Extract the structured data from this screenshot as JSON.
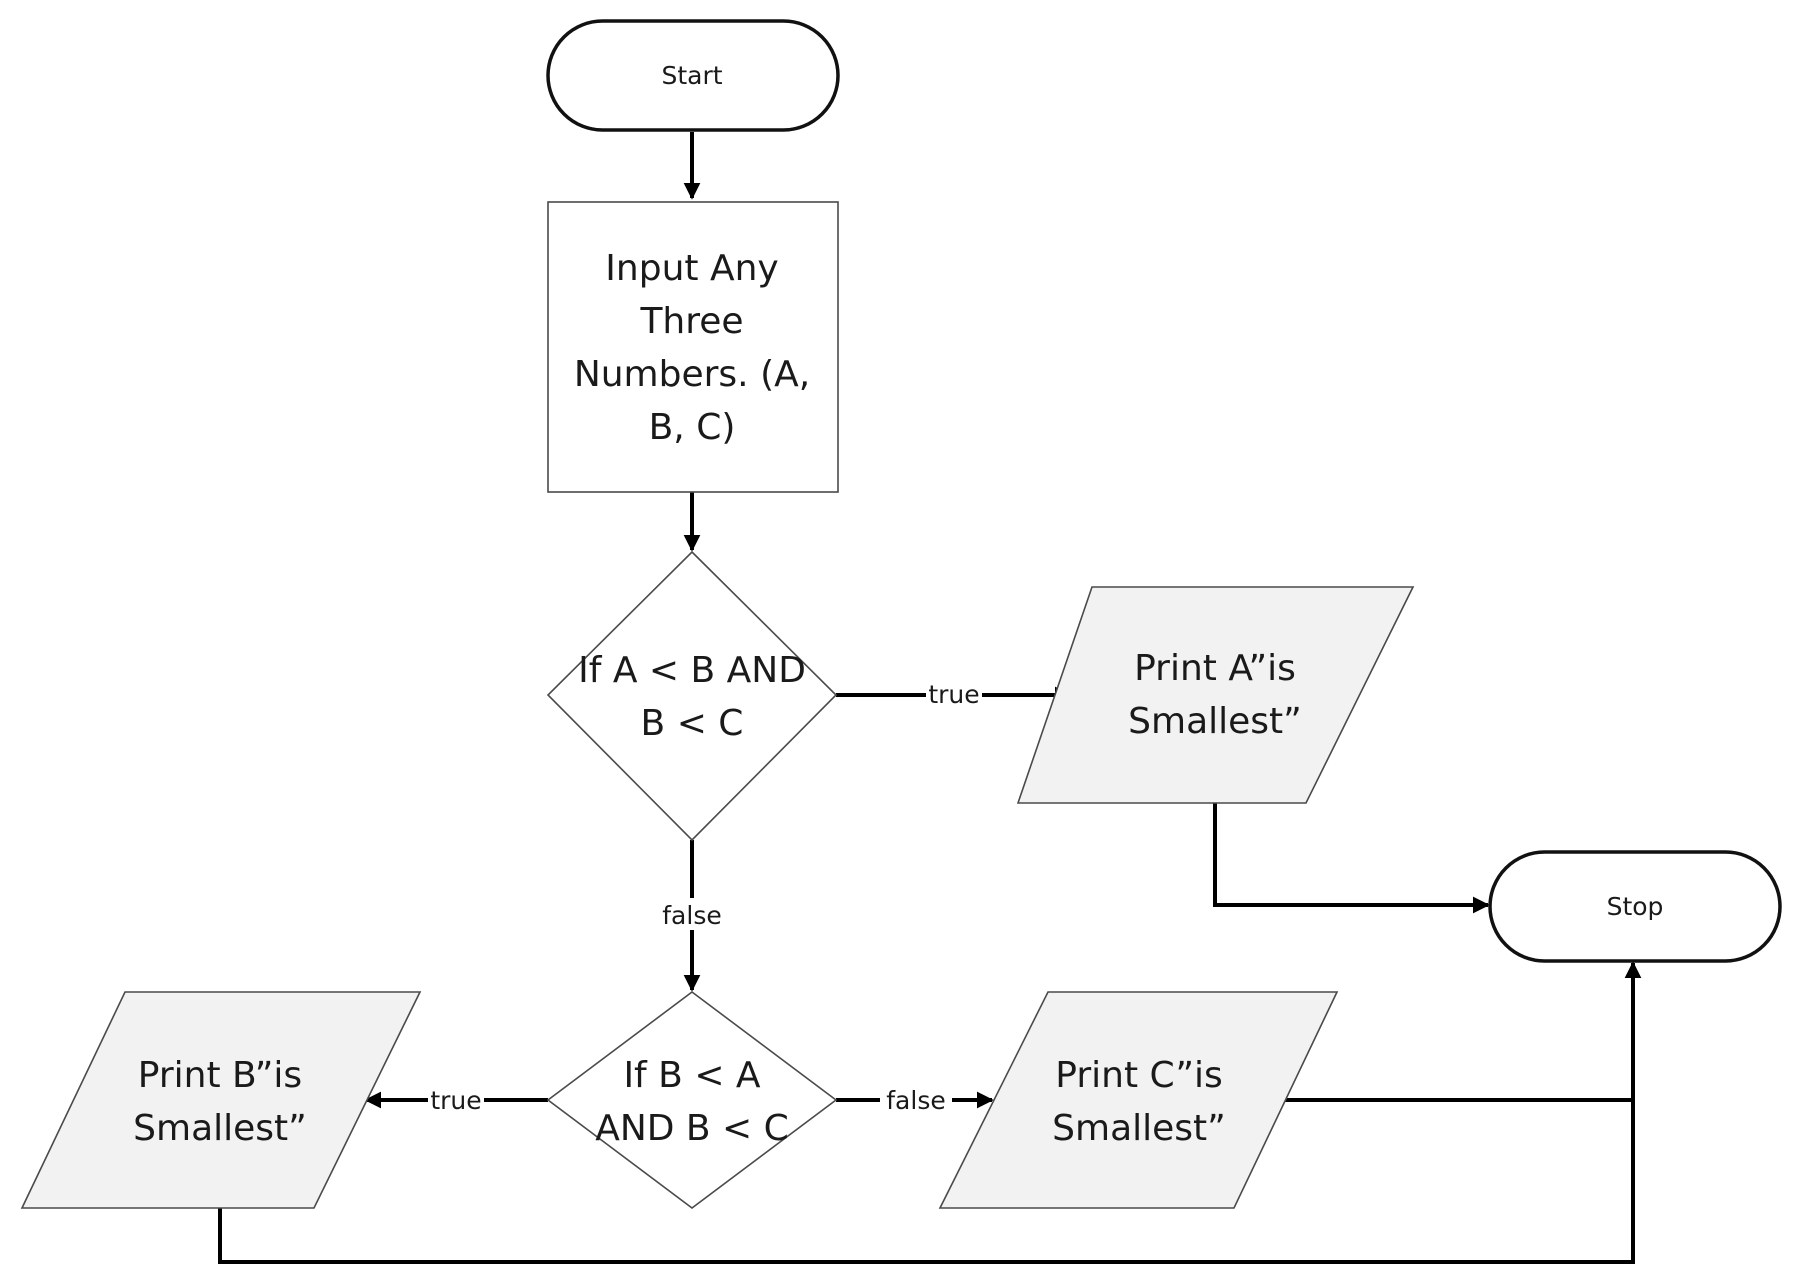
{
  "nodes": {
    "start": "Start",
    "input": [
      "Input Any",
      "Three",
      "Numbers. (A,",
      "B, C)"
    ],
    "decision1": [
      "If A < B AND",
      "B < C"
    ],
    "printA": [
      "Print A”is",
      "Smallest”"
    ],
    "stop": "Stop",
    "decision2": [
      "If B < A",
      "AND B < C"
    ],
    "printB": [
      "Print B”is",
      "Smallest”"
    ],
    "printC": [
      "Print C”is",
      "Smallest”"
    ]
  },
  "edges": {
    "d1_true": "true",
    "d1_false": "false",
    "d2_true": "true",
    "d2_false": "false"
  }
}
